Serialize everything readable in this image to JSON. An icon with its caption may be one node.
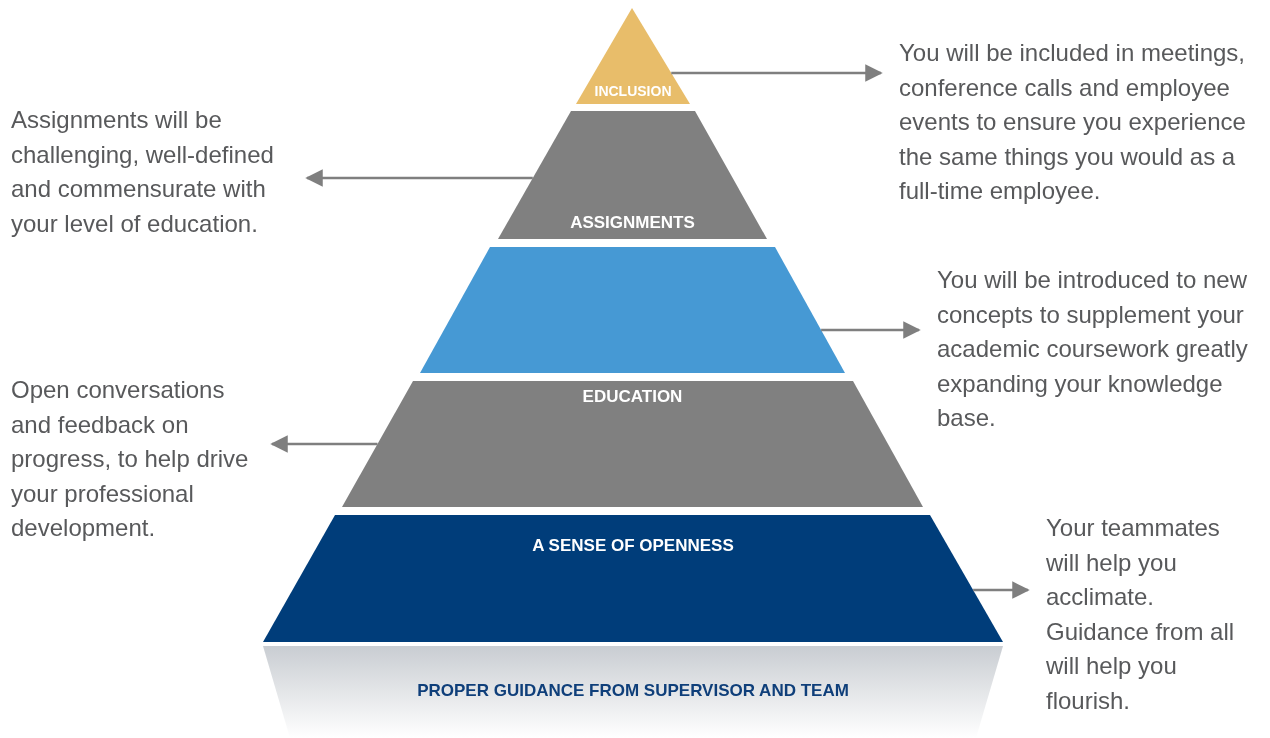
{
  "diagram": {
    "nodes": [
      {
        "text": [
          "INCLUSION"
        ]
      },
      {
        "text": [
          "You will be included in meetings, conference calls and employee events to ensure you experience the same things you would as a full-time employee."
        ]
      },
      {
        "text": [
          "Assignments will be challenging, well-defined and commensurate with your level of education."
        ]
      },
      {
        "text": [
          "ASSIGNMENTS"
        ]
      },
      {
        "text": [],
        "shape": "trapezoid"
      },
      {
        "text": [
          "You will be introduced to new concepts to supplement your academic coursework greatly expanding your knowledge base."
        ]
      },
      {
        "text": [
          "Open conversations and feedback on progress, to help drive your professional development."
        ]
      },
      {
        "text": [
          "EDUCATION"
        ]
      },
      {
        "text": [
          "A SENSE OF OPENNESS"
        ]
      },
      {
        "text": [
          "Your teammates will help you acclimate. Guidance from all will help you flourish."
        ]
      },
      {
        "text": [
          "PROPER GUIDANCE FROM SUPERVISOR AND TEAM"
        ]
      }
    ],
    "edges": [
      {
        "from": 0,
        "to": 1,
        "arrow": "to"
      },
      {
        "from": 3,
        "to": 2,
        "arrow": "to"
      },
      {
        "from": 4,
        "to": 5,
        "arrow": "to"
      },
      {
        "from": 7,
        "to": 6,
        "arrow": "to"
      },
      {
        "from": 8,
        "to": 9,
        "arrow": "to"
      }
    ]
  }
}
